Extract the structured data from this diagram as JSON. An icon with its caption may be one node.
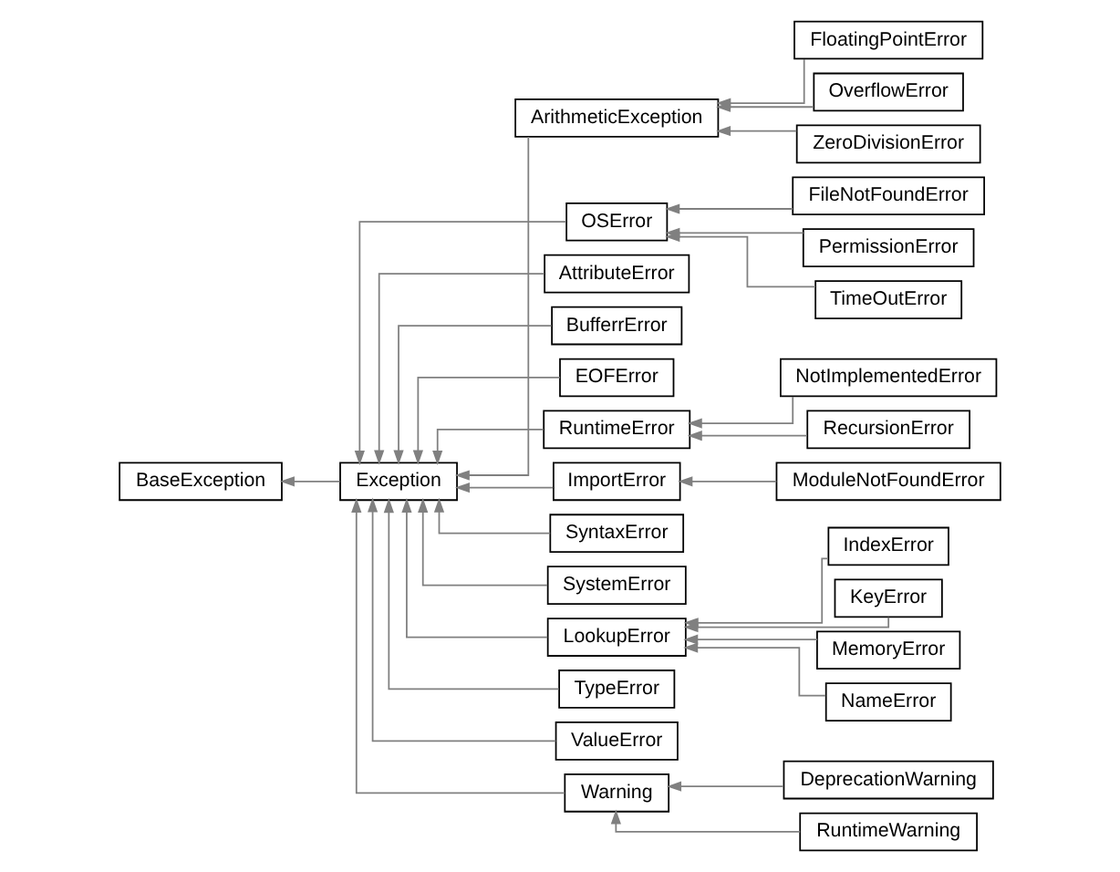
{
  "diagram": {
    "nodes": [
      {
        "text": [
          "BaseException"
        ]
      },
      {
        "text": [
          "Exception"
        ]
      },
      {
        "text": [
          "ArithmeticException"
        ]
      },
      {
        "text": [
          "FloatingPointError"
        ]
      },
      {
        "text": [
          "OverflowError"
        ]
      },
      {
        "text": [
          "ZeroDivisionError"
        ]
      },
      {
        "text": [
          "OSError"
        ]
      },
      {
        "text": [
          "FileNotFoundError"
        ]
      },
      {
        "text": [
          "PermissionError"
        ]
      },
      {
        "text": [
          "TimeOutError"
        ]
      },
      {
        "text": [
          "AttributeError"
        ]
      },
      {
        "text": [
          "BufferrError"
        ]
      },
      {
        "text": [
          "EOFError"
        ]
      },
      {
        "text": [
          "RuntimeError"
        ]
      },
      {
        "text": [
          "NotImplementedError"
        ]
      },
      {
        "text": [
          "RecursionError"
        ]
      },
      {
        "text": [
          "ImportError"
        ]
      },
      {
        "text": [
          "ModuleNotFoundError"
        ]
      },
      {
        "text": [
          "SyntaxError"
        ]
      },
      {
        "text": [
          "SystemError"
        ]
      },
      {
        "text": [
          "LookupError"
        ]
      },
      {
        "text": [
          "TypeError"
        ]
      },
      {
        "text": [
          "IndexError"
        ]
      },
      {
        "text": [
          "ValueError"
        ]
      },
      {
        "text": [
          "KeyError"
        ]
      },
      {
        "text": [
          "Warning"
        ]
      },
      {
        "text": [
          "MemoryError"
        ]
      },
      {
        "text": [
          "NameError"
        ]
      },
      {
        "text": [
          "DeprecationWarning"
        ]
      },
      {
        "text": [
          "RuntimeWarning"
        ]
      }
    ],
    "edges": [
      {
        "from": 1,
        "to": 0,
        "arrow": "to"
      },
      {
        "from": 2,
        "to": 1,
        "arrow": "to"
      },
      {
        "from": 3,
        "to": 2,
        "arrow": "to"
      },
      {
        "from": 4,
        "to": 2,
        "arrow": "to"
      },
      {
        "from": 5,
        "to": 2,
        "arrow": "to"
      },
      {
        "from": 6,
        "to": 1,
        "arrow": "to"
      },
      {
        "from": 7,
        "to": 6,
        "arrow": "to"
      },
      {
        "from": 8,
        "to": 6,
        "arrow": "to"
      },
      {
        "from": 9,
        "to": 6,
        "arrow": "to"
      },
      {
        "from": 10,
        "to": 1,
        "arrow": "to"
      },
      {
        "from": 11,
        "to": 1,
        "arrow": "to"
      },
      {
        "from": 12,
        "to": 1,
        "arrow": "to"
      },
      {
        "from": 13,
        "to": 1,
        "arrow": "to"
      },
      {
        "from": 14,
        "to": 13,
        "arrow": "to"
      },
      {
        "from": 15,
        "to": 13,
        "arrow": "to"
      },
      {
        "from": 16,
        "to": 1,
        "arrow": "to"
      },
      {
        "from": 17,
        "to": 16,
        "arrow": "to"
      },
      {
        "from": 18,
        "to": 1,
        "arrow": "to"
      },
      {
        "from": 19,
        "to": 1,
        "arrow": "to"
      },
      {
        "from": 20,
        "to": 1,
        "arrow": "to"
      },
      {
        "from": 21,
        "to": 1,
        "arrow": "to"
      },
      {
        "from": 22,
        "to": 20,
        "arrow": "to"
      },
      {
        "from": 23,
        "to": 1,
        "arrow": "to"
      },
      {
        "from": 24,
        "to": 20,
        "arrow": "to"
      },
      {
        "from": 25,
        "to": 1,
        "arrow": "to"
      },
      {
        "from": 26,
        "to": 20,
        "arrow": "to"
      },
      {
        "from": 27,
        "to": 20,
        "arrow": "to"
      },
      {
        "from": 28,
        "to": 25,
        "arrow": "to"
      },
      {
        "from": 29,
        "to": 25,
        "arrow": "to"
      }
    ]
  }
}
